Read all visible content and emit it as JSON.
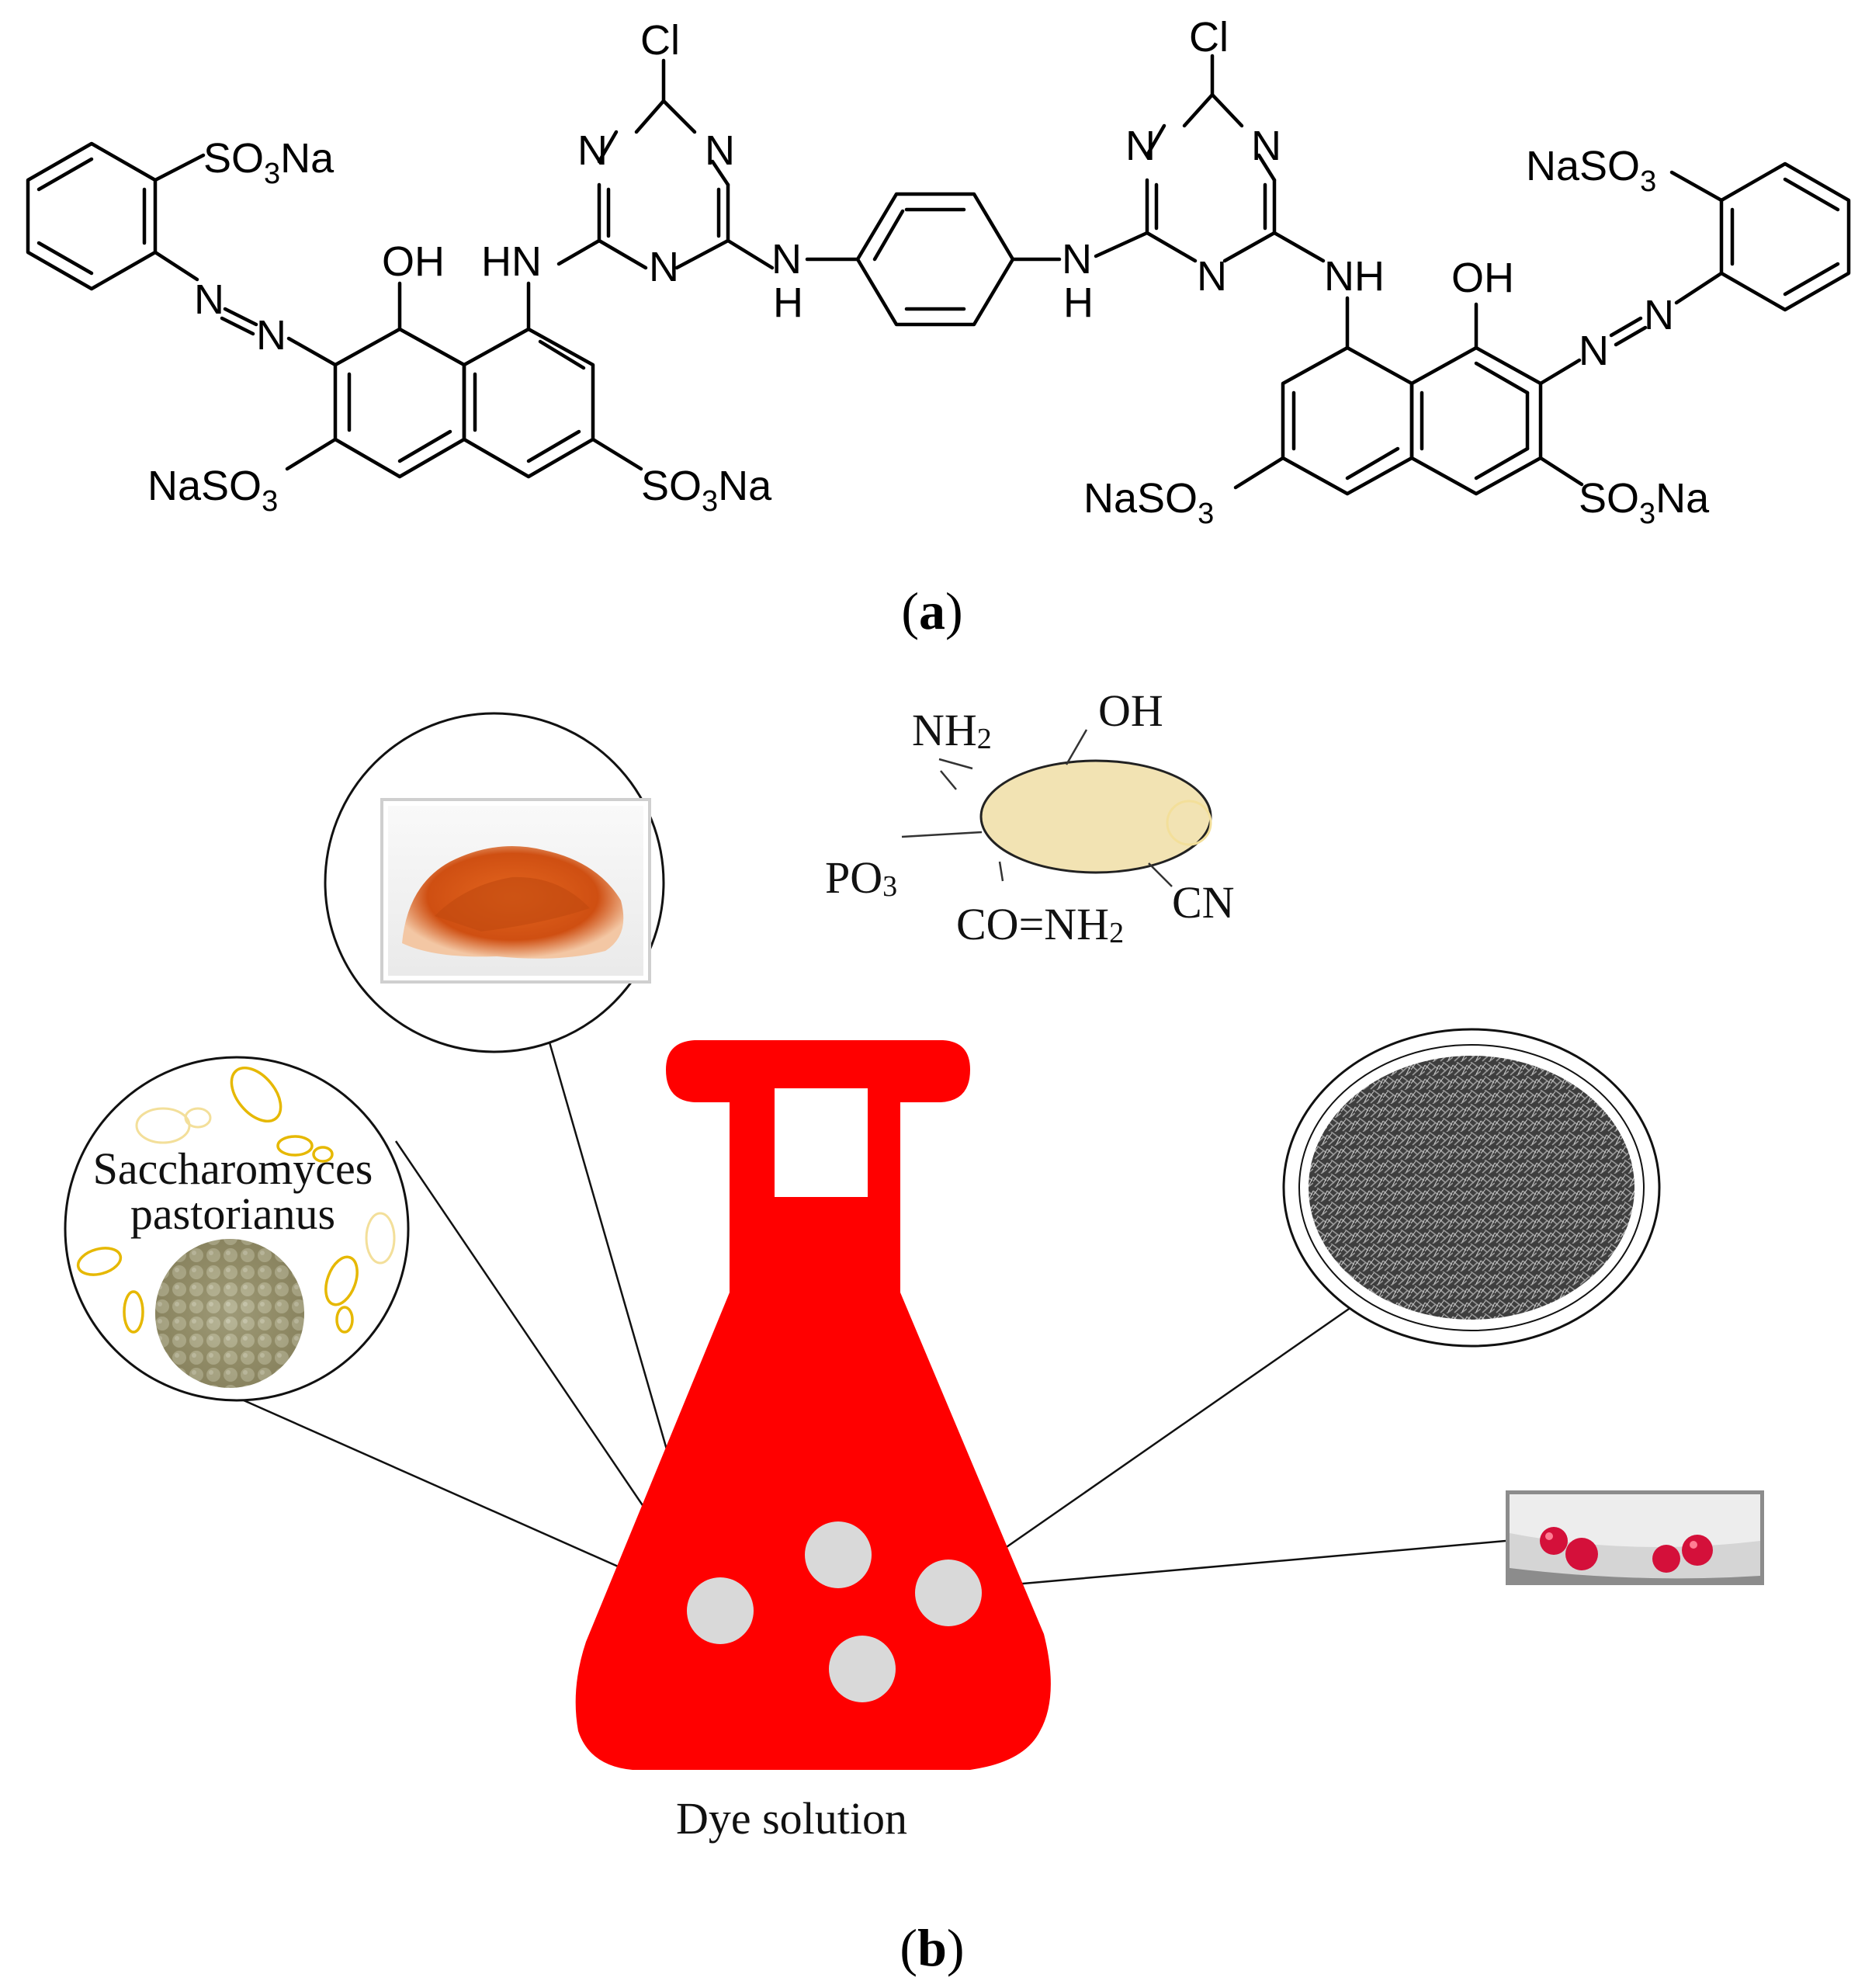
{
  "panel_a": {
    "label_open": "(",
    "label_letter": "a",
    "label_close": ")",
    "atoms": {
      "cl": "Cl",
      "n": "N",
      "nh_prefix": "HN",
      "nh_suffix": "NH",
      "h": "H",
      "oh": "OH",
      "so3na_left": "SO",
      "so3na_sub": "3",
      "so3na_right": "Na",
      "naso3_left": "NaSO",
      "naso3_sub": "3"
    }
  },
  "panel_b": {
    "label_open": "(",
    "label_letter": "b",
    "label_close": ")",
    "flask_caption": "Dye solution",
    "yeast_label_line1": "Saccharomyces",
    "yeast_label_line2": "pastorianus",
    "functional_groups": {
      "nh2": "NH",
      "nh2_sub": "2",
      "oh": "OH",
      "po3": "PO",
      "po3_sub": "3",
      "cn": "CN",
      "conh2": "CO=NH",
      "conh2_sub": "2"
    },
    "colors": {
      "flask": "#ff0000",
      "bead": "#d9d9d9",
      "cell_body": "#f2e3b3",
      "powder": "#d9571a",
      "red_beads": "#d4103a"
    }
  }
}
